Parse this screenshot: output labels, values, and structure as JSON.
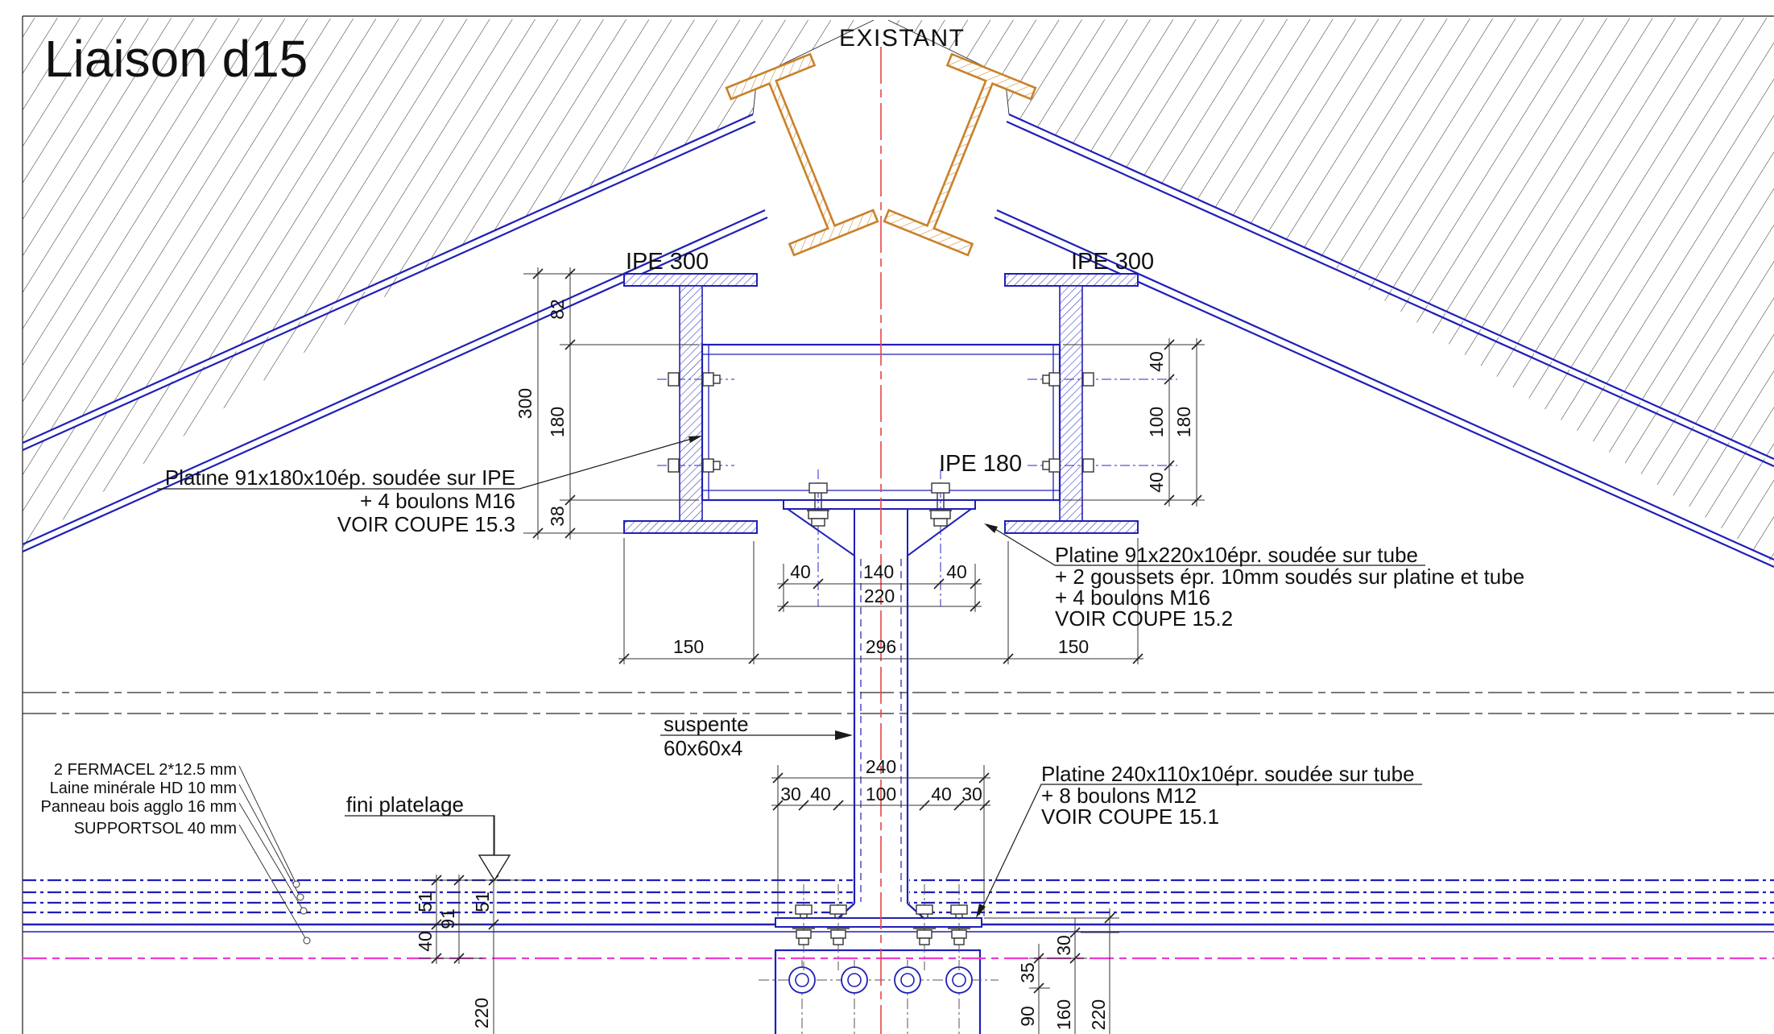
{
  "drawing": {
    "title": "Liaison d15",
    "existing_label": "EXISTANT",
    "beam_left_label": "IPE 300",
    "beam_right_label": "IPE 300",
    "beam_center_label": "IPE 180",
    "suspente_line1": "suspente",
    "suspente_line2": "60x60x4",
    "fini_platelage": "fini platelage"
  },
  "annotations": {
    "platine_ipe": {
      "l1": "Platine 91x180x10ép. soudée sur IPE",
      "l2": "+ 4 boulons M16",
      "l3": "VOIR COUPE 15.3"
    },
    "platine_tube": {
      "l1": "Platine 91x220x10épr. soudée sur tube",
      "l2": "+ 2 goussets épr. 10mm soudés sur platine et tube",
      "l3": "+ 4 boulons M16",
      "l4": "VOIR COUPE 15.2"
    },
    "platine_240": {
      "l1": "Platine 240x110x10épr. soudée sur tube",
      "l2": "+ 8 boulons M12",
      "l3": "VOIR COUPE 15.1"
    },
    "floor_layers": {
      "l1": "2 FERMACEL 2*12.5 mm",
      "l2": "Laine minérale HD 10 mm",
      "l3": "Panneau bois agglo 16 mm",
      "l4": "SUPPORTSOL 40 mm"
    }
  },
  "dims": {
    "300": "300",
    "82": "82",
    "180": "180",
    "38": "38",
    "40": "40",
    "140": "140",
    "220": "220",
    "150": "150",
    "296": "296",
    "100": "100",
    "240": "240",
    "30": "30",
    "51": "51",
    "91": "91",
    "35": "35",
    "90": "90",
    "160": "160"
  },
  "colors": {
    "structure_blue": "#1f1fb8",
    "existing_orange": "#c8822a",
    "centerline_red": "#e84545",
    "axis_magenta": "#ef3ad0",
    "line_black": "#1a1a1a"
  }
}
